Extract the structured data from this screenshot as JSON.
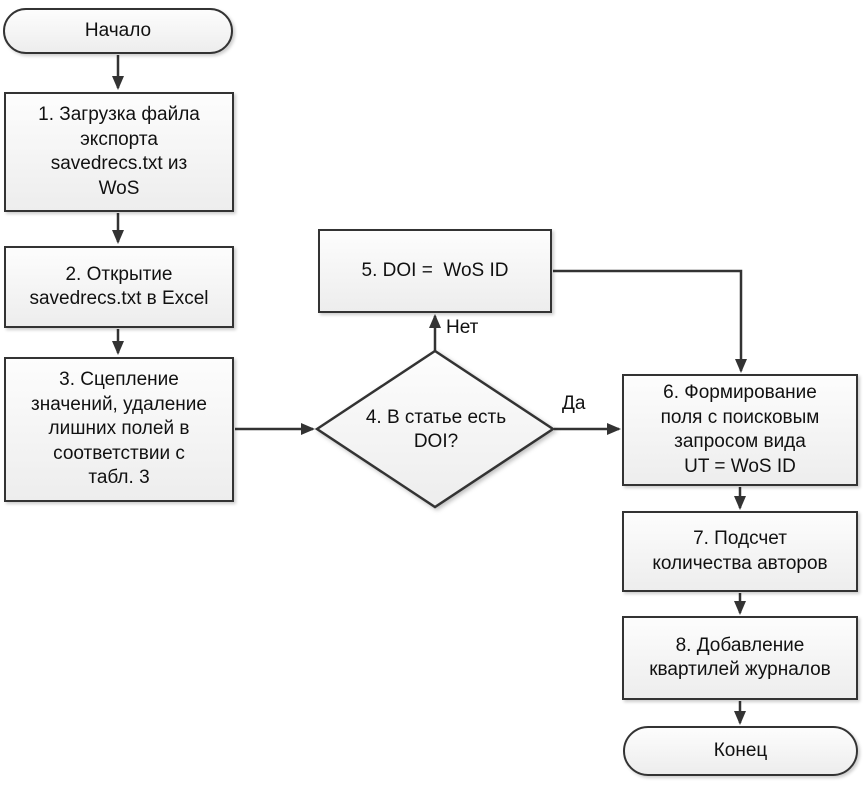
{
  "diagram": {
    "language": "ru",
    "nodes": {
      "start": {
        "label": "Начало",
        "type": "terminator"
      },
      "step1": {
        "label": "1. Загрузка файла\nэкспорта\nsavedrecs.txt из\nWoS",
        "type": "process"
      },
      "step2": {
        "label": "2. Открытие\nsavedrecs.txt в Excel",
        "type": "process"
      },
      "step3": {
        "label": "3. Сцепление\nзначений, удаление\nлишних полей в\nсоответствии с\nтабл. 3",
        "type": "process"
      },
      "decision4": {
        "label": "4. В статье есть\nDOI?",
        "type": "decision"
      },
      "step5": {
        "label": "5. DOI =  WoS ID",
        "type": "process"
      },
      "step6": {
        "label": "6. Формирование\nполя с поисковым\nзапросом вида\nUT = WoS ID",
        "type": "process"
      },
      "step7": {
        "label": "7. Подсчет\nколичества авторов",
        "type": "process"
      },
      "step8": {
        "label": "8. Добавление\nквартилей журналов",
        "type": "process"
      },
      "end": {
        "label": "Конец",
        "type": "terminator"
      }
    },
    "edge_labels": {
      "no": "Нет",
      "yes": "Да"
    },
    "colors": {
      "border": "#333333",
      "fill_top": "#fdfdfd",
      "fill_bottom": "#ededed",
      "text": "#111111",
      "background": "#ffffff"
    }
  }
}
